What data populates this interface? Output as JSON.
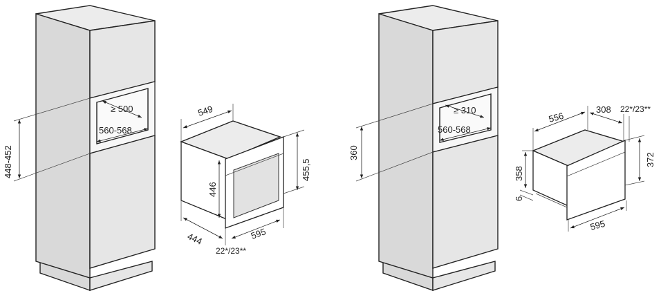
{
  "left_installation": {
    "niche_height": "448-452",
    "niche_depth": "≥ 500",
    "niche_width": "560-568",
    "appliance": {
      "depth": "549",
      "height_front": "455,5",
      "height_body": "446",
      "body_depth": "444",
      "width": "595",
      "panel_thickness": "22*/23**"
    }
  },
  "right_installation": {
    "niche_height": "360",
    "niche_depth": "≥ 310",
    "niche_width": "560-568",
    "appliance": {
      "depth": "556",
      "front_depth": "308",
      "panel_thickness": "22*/23**",
      "height_front": "372",
      "height_body": "358",
      "gap": "6",
      "width": "595"
    }
  }
}
